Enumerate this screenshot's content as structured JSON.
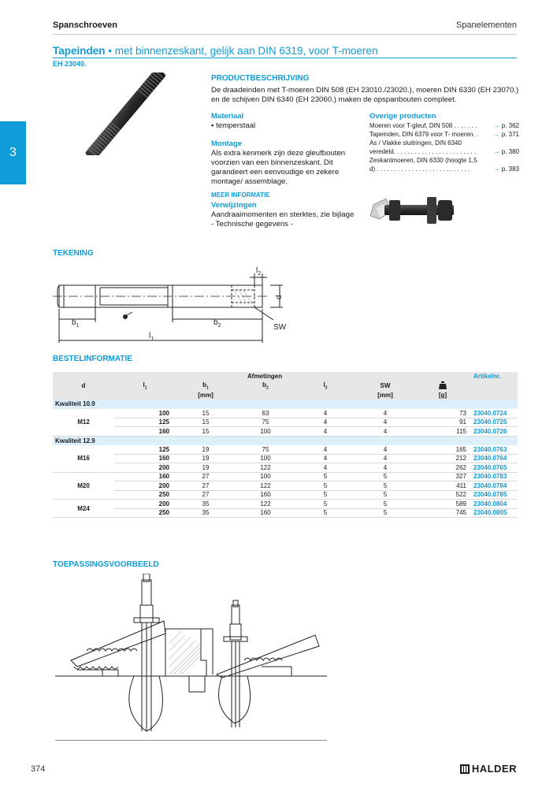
{
  "header": {
    "left": "Spanschroeven",
    "right": "Spanelementen"
  },
  "title": {
    "bold": "Tapeinden",
    "bullet": "•",
    "rest": "met binnenzeskant, gelijk aan DIN 6319, voor T-moeren",
    "code": "EH 23040."
  },
  "chapter_tab": "3",
  "product": {
    "heading": "PRODUCTBESCHRIJVING",
    "text": "De draadeinden met T-moeren DIN 508 (EH 23010./23020.), moeren DIN 6330 (EH 23070.) en de schijven DIN 6340 (EH 23060.) maken de opspanbouten compleet.",
    "materiaal_heading": "Materiaal",
    "materiaal_text": "▪ temperstaal",
    "montage_heading": "Montage",
    "montage_text": "Als extra kenmerk zijn deze gleufbouten voorzien van een binnenzeskant. Dit garandeert een eenvoudige en zekere montage/ assemblage.",
    "meer_info_heading": "MEER INFORMATIE",
    "verwijzingen_heading": "Verwijzingen",
    "verwijzingen_text1": "Aandraaimomenten en sterktes, zie bijlage",
    "verwijzingen_text2": "- Technische gegevens -"
  },
  "overige": {
    "heading": "Overige producten",
    "items": [
      {
        "label": "Moeren voor T-gleuf, DIN 508 . . . . . . .",
        "page": "p.  362"
      },
      {
        "label": "Tapeinden, DIN 6379 voor T- moeren. .",
        "page": "p.  371"
      },
      {
        "label": "As / Vlakke sluitringen, DIN 6340",
        "label2": "veredeld. . . . . . . . . . . . . . . . . . . . . . . .",
        "page": "p.  380"
      },
      {
        "label": "Zeskantmoeren, DIN 6330 (hoogte 1,5",
        "label2": "d) . . . . . . . . . . . . . . . . . . . . . . . . . . .",
        "page": "p.  383"
      }
    ]
  },
  "drawing": {
    "heading": "TEKENING",
    "labels": {
      "b1": "b",
      "b1_sub": "1",
      "b2": "b",
      "b2_sub": "2",
      "l1": "l",
      "l1_sub": "1",
      "l2": "l",
      "l2_sub": "2",
      "d": "d",
      "sw": "SW"
    }
  },
  "order": {
    "heading": "BESTELINFORMATIE",
    "group_header": "Afmetingen",
    "sw_header": "SW",
    "artikel_header": "Artikelnr.",
    "columns": [
      "d",
      "l",
      "b",
      "b",
      "l"
    ],
    "column_subs": [
      "",
      "1",
      "1",
      "2",
      "2"
    ],
    "unit_mm": "[mm]",
    "unit_mm2": "[mm]",
    "unit_g": "[g]",
    "groups": [
      {
        "quality": "Kwaliteit 10.9",
        "sizes": [
          {
            "d": "M12",
            "rows": [
              [
                "100",
                "15",
                "63",
                "4",
                "4",
                "73",
                "23040.0724"
              ],
              [
                "125",
                "15",
                "75",
                "4",
                "4",
                "91",
                "23040.0725"
              ],
              [
                "160",
                "15",
                "100",
                "4",
                "4",
                "115",
                "23040.0726"
              ]
            ]
          }
        ]
      },
      {
        "quality": "Kwaliteit 12.9",
        "sizes": [
          {
            "d": "M16",
            "rows": [
              [
                "125",
                "19",
                "75",
                "4",
                "4",
                "165",
                "23040.0763"
              ],
              [
                "160",
                "19",
                "100",
                "4",
                "4",
                "212",
                "23040.0764"
              ],
              [
                "200",
                "19",
                "122",
                "4",
                "4",
                "262",
                "23040.0765"
              ]
            ]
          },
          {
            "d": "M20",
            "rows": [
              [
                "160",
                "27",
                "100",
                "5",
                "5",
                "327",
                "23040.0783"
              ],
              [
                "200",
                "27",
                "122",
                "5",
                "5",
                "411",
                "23040.0784"
              ],
              [
                "250",
                "27",
                "160",
                "5",
                "5",
                "522",
                "23040.0785"
              ]
            ]
          },
          {
            "d": "M24",
            "rows": [
              [
                "200",
                "35",
                "122",
                "5",
                "5",
                "589",
                "23040.0804"
              ],
              [
                "250",
                "35",
                "160",
                "5",
                "5",
                "745",
                "23040.0805"
              ]
            ]
          }
        ]
      }
    ]
  },
  "application": {
    "heading": "TOEPASSINGSVOORBEELD"
  },
  "footer": {
    "page": "374",
    "brand": "HALDER"
  },
  "colors": {
    "accent": "#0e9bd8",
    "quality_row": "#dceffa",
    "header_row": "#e6e6e6"
  }
}
